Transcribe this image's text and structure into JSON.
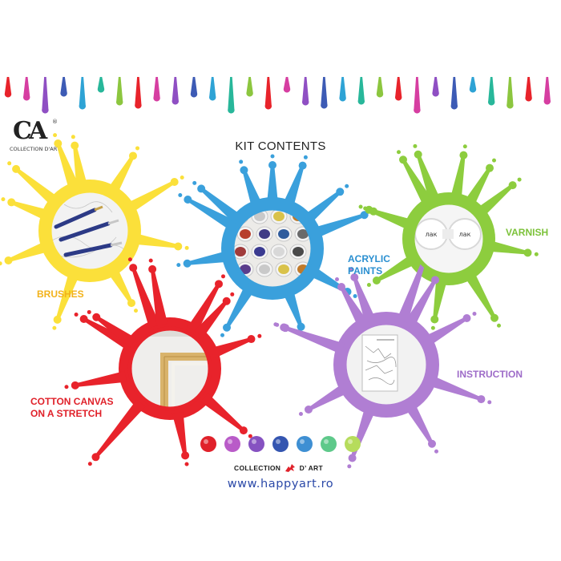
{
  "logo": {
    "mark": "CA",
    "registered": "®",
    "text": "COLLECTION D'ART"
  },
  "title": "KIT CONTENTS",
  "items": [
    {
      "label": "BRUSHES",
      "color": "#fbe03a",
      "label_color": "#f2b21a"
    },
    {
      "label": "ACRYLIC PAINTS",
      "lines": [
        "ACRYLIC",
        "PAINTS"
      ],
      "color": "#3aa0dc",
      "label_color": "#2a8fd0"
    },
    {
      "label": "VARNISH",
      "color": "#8dcd3e",
      "label_color": "#7cc23a"
    },
    {
      "label": "COTTON CANVAS ON A STRETCH",
      "lines": [
        "COTTON CANVAS",
        "ON A STRETCH"
      ],
      "color": "#e8232b",
      "label_color": "#e0212a"
    },
    {
      "label": "INSTRUCTION",
      "color": "#b07ed3",
      "label_color": "#9e6cc8"
    }
  ],
  "varnish_caps": [
    "лак",
    "лак"
  ],
  "drip_colors": [
    "#e8232b",
    "#d63ea1",
    "#8f4fc3",
    "#3d5bb5",
    "#2ea3d5",
    "#28b79a",
    "#8cc63f"
  ],
  "swatch_colors": [
    "#e0212a",
    "#b95bc8",
    "#8652c1",
    "#3455b0",
    "#3e8fd3",
    "#5ec98a",
    "#b6dc5c"
  ],
  "footer": {
    "brand_a": "COLLECTION",
    "brand_b": "D’ ART",
    "url": "www.happyart.ro"
  }
}
